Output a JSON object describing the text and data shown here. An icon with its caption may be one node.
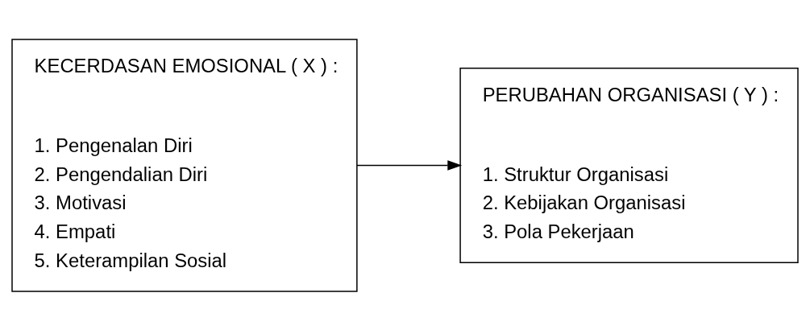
{
  "diagram": {
    "nodes": [
      {
        "text": [
          "KECERDASAN EMOSIONAL ( X ) :",
          "1. Pengenalan Diri",
          "2. Pengendalian Diri",
          "3. Motivasi",
          "4. Empati",
          "5. Keterampilan Sosial"
        ]
      },
      {
        "text": [
          "PERUBAHAN ORGANISASI ( Y ) :",
          "1. Struktur Organisasi",
          "2. Kebijakan Organisasi",
          "3. Pola Pekerjaan"
        ]
      }
    ],
    "edges": [
      {
        "from": 0,
        "to": 1,
        "arrow": "to"
      }
    ]
  }
}
